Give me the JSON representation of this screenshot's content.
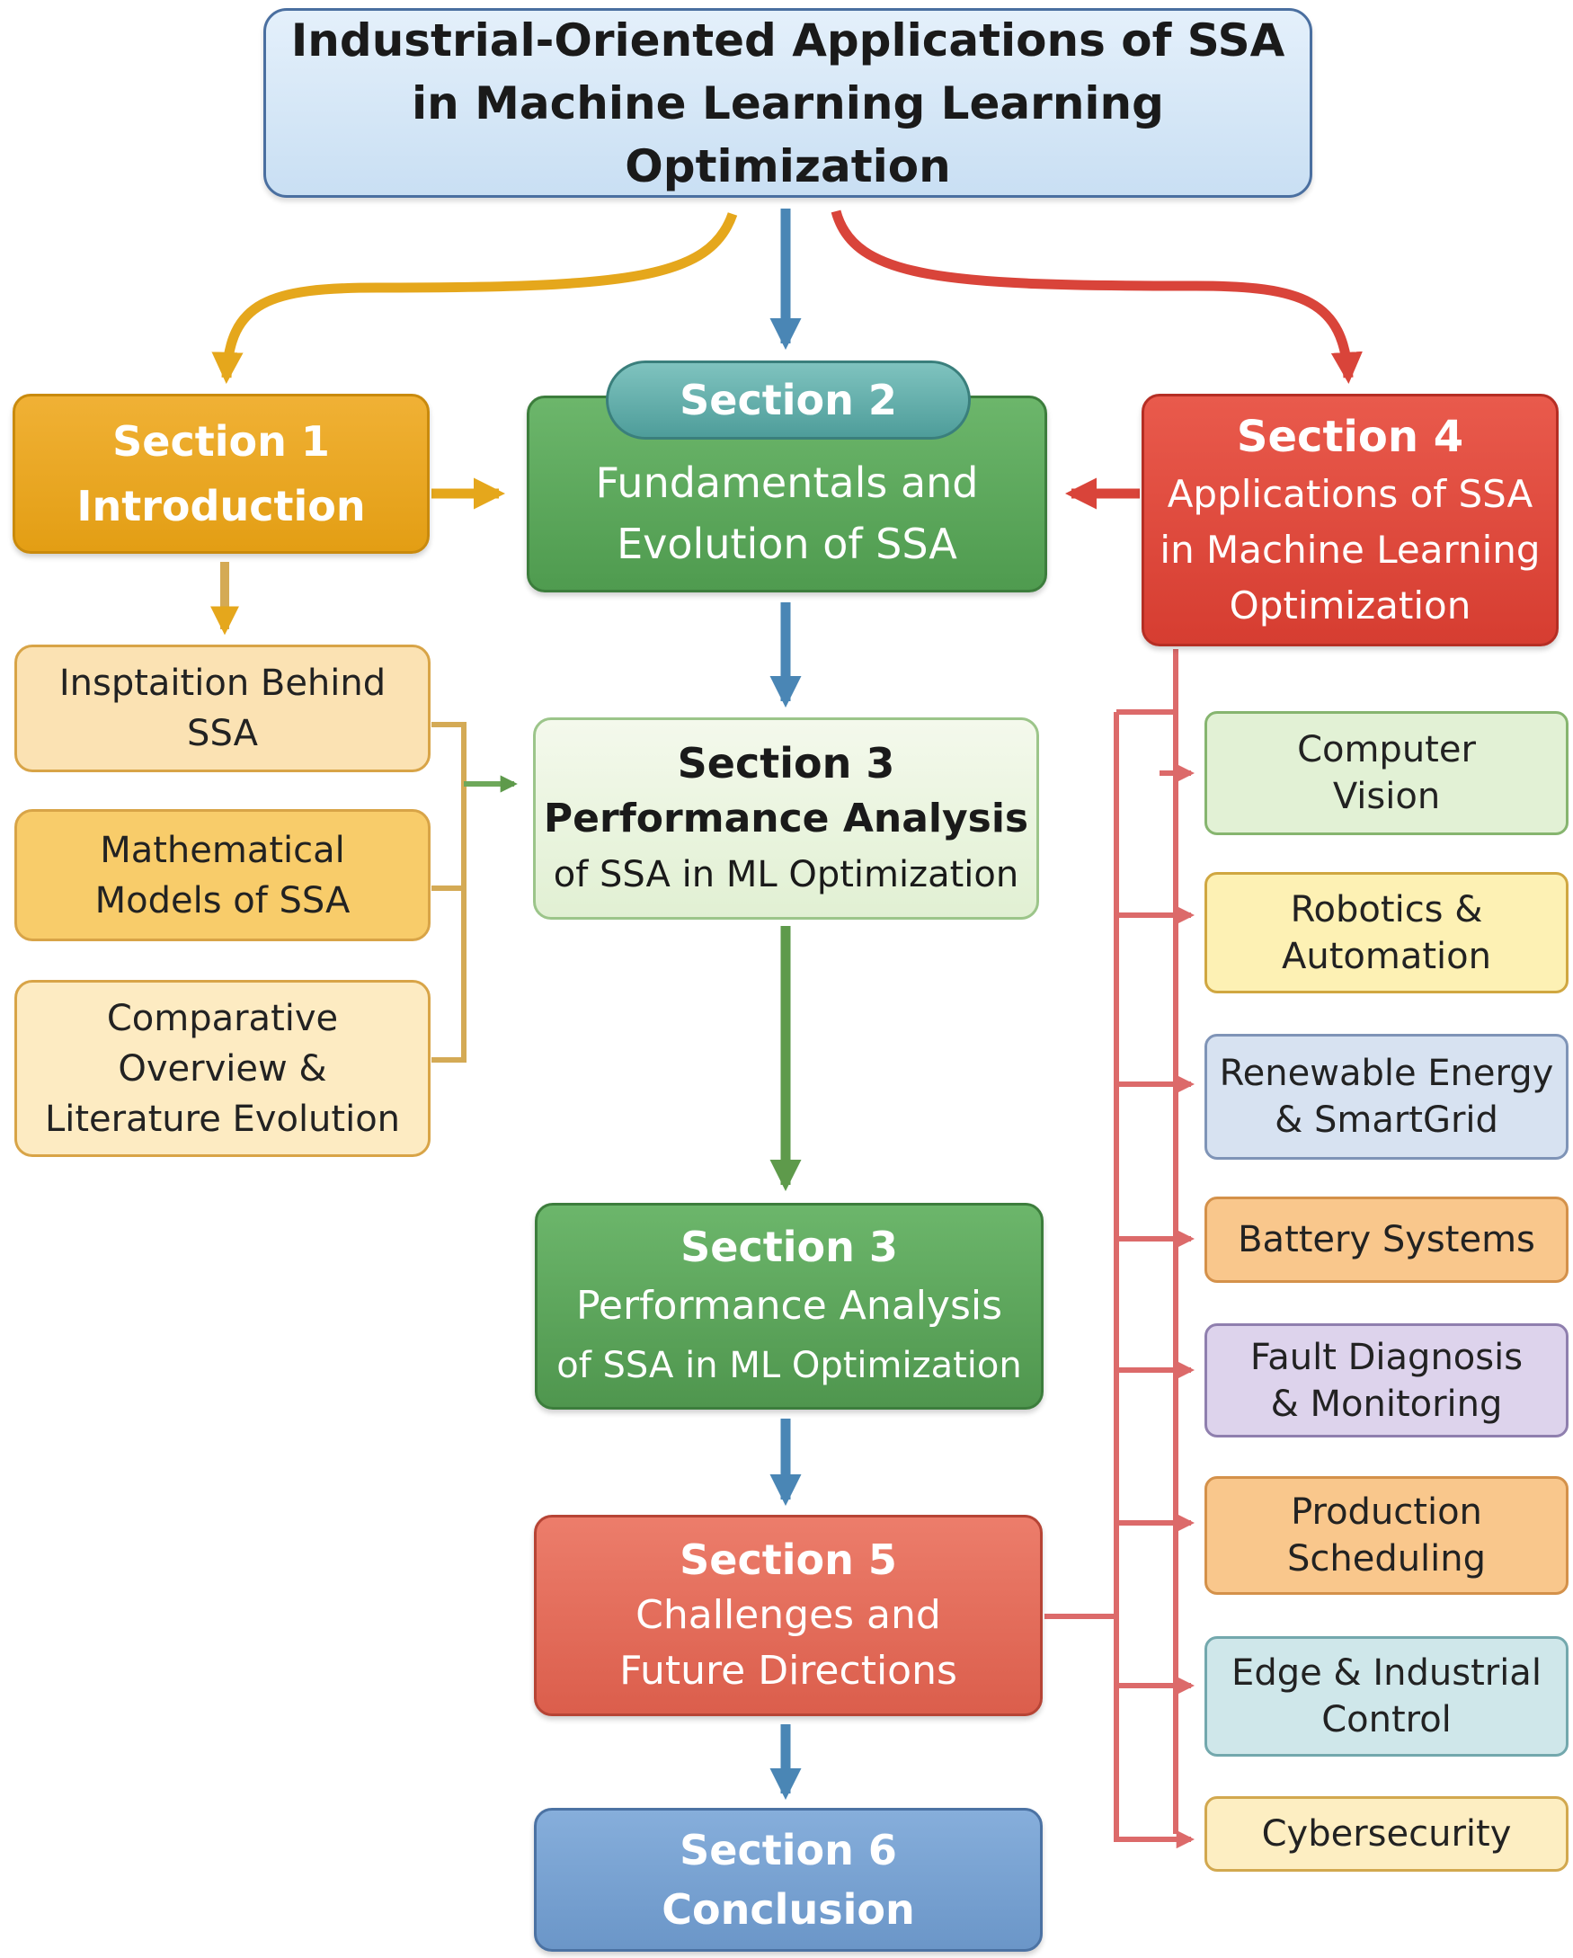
{
  "title": {
    "line1": "Industrial-Oriented Applications of SSA",
    "line2": "in Machine Learning Learning Optimization"
  },
  "section1": {
    "label": "Section 1",
    "name": "Introduction",
    "color": "#e8a41f",
    "subtopics": [
      {
        "lines": [
          "Insptaition Behind",
          "SSA"
        ]
      },
      {
        "lines": [
          "Mathematical",
          "Models of SSA"
        ]
      },
      {
        "lines": [
          "Comparative",
          "Overview &",
          "Literature Evolution"
        ]
      }
    ]
  },
  "section2": {
    "label": "Section 2",
    "lines": [
      "Fundamentals and",
      "Evolution of SSA"
    ],
    "color": "#5aa65a"
  },
  "section3_light": {
    "label": "Section 3",
    "line1": "Performance Analysis",
    "line2": "of SSA in ML Optimization"
  },
  "section3_green": {
    "label": "Section 3",
    "line1": "Performance Analysis",
    "line2": "of SSA in ML Optimization"
  },
  "section4": {
    "label": "Section 4",
    "lines": [
      "Applications of SSA",
      "in Machine Learning",
      "Optimization"
    ],
    "color": "#dd4537"
  },
  "section5": {
    "label": "Section 5",
    "lines": [
      "Challenges and",
      "Future Directions"
    ],
    "color": "#e36c5a"
  },
  "section6": {
    "label": "Section 6",
    "name": "Conclusion",
    "color": "#779fd0"
  },
  "applications": [
    {
      "lines": [
        "Computer",
        "Vision"
      ]
    },
    {
      "lines": [
        "Robotics &",
        "Automation"
      ]
    },
    {
      "lines": [
        "Renewable Energy",
        "& SmartGrid"
      ]
    },
    {
      "lines": [
        "Battery Systems"
      ]
    },
    {
      "lines": [
        "Fault Diagnosis",
        "& Monitoring"
      ]
    },
    {
      "lines": [
        "Production",
        "Scheduling"
      ]
    },
    {
      "lines": [
        "Edge & Industrial",
        "Control"
      ]
    },
    {
      "lines": [
        "Cybersecurity"
      ]
    }
  ],
  "colors": {
    "arrow_blue": "#4a86b5",
    "arrow_yellow": "#e5a71c",
    "arrow_red": "#d9443a",
    "arrow_green": "#5e9a4b",
    "connector_tan": "#d4aa55",
    "connector_red": "#dc6a6a"
  }
}
